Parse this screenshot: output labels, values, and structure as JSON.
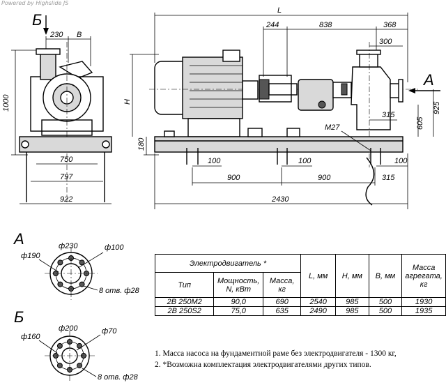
{
  "watermark": "Powered by Highslide JS",
  "view_labels": {
    "view_b_side": "Б",
    "view_a_arrow": "A",
    "section_a": "A",
    "section_b": "Б"
  },
  "dims": {
    "d230": "230",
    "dB": "B",
    "d1000": "1000",
    "d750": "750",
    "d797": "797",
    "d922": "922",
    "dL": "L",
    "d244": "244",
    "d838": "838",
    "d368": "368",
    "d300": "300",
    "dH": "H",
    "d925": "925",
    "d605": "605",
    "d315a": "315",
    "d180": "180",
    "m27": "M27",
    "d100a": "100",
    "d100b": "100",
    "d100c": "100",
    "d900a": "900",
    "d900b": "900",
    "d315b": "315",
    "d2430": "2430"
  },
  "flange_a": {
    "outer": "ф190",
    "mid": "ф230",
    "inner": "ф100",
    "holes": "8 отв. ф28"
  },
  "flange_b": {
    "outer": "ф160",
    "mid": "ф200",
    "inner": "ф70",
    "holes": "8 отв. ф28"
  },
  "spec_table": {
    "motor_header": "Электродвигатель *",
    "col_type": "Тип",
    "col_power": "Мощность, N, кВт",
    "col_mass": "Масса, кг",
    "col_L": "L, мм",
    "col_H": "H, мм",
    "col_B": "B, мм",
    "col_unit_mass": "Масса агрегата, кг",
    "rows": [
      {
        "type": "2В 250М2",
        "power": "90,0",
        "mass": "690",
        "L": "2540",
        "H": "985",
        "B": "500",
        "unit_mass": "1930"
      },
      {
        "type": "2В 250S2",
        "power": "75,0",
        "mass": "635",
        "L": "2490",
        "H": "985",
        "B": "500",
        "unit_mass": "1935"
      }
    ]
  },
  "notes": [
    "1. Масса насоса на фундаментной раме без электродвигателя - 1300 кг,",
    "2. *Возможна комплектация электродвигателями других типов."
  ]
}
